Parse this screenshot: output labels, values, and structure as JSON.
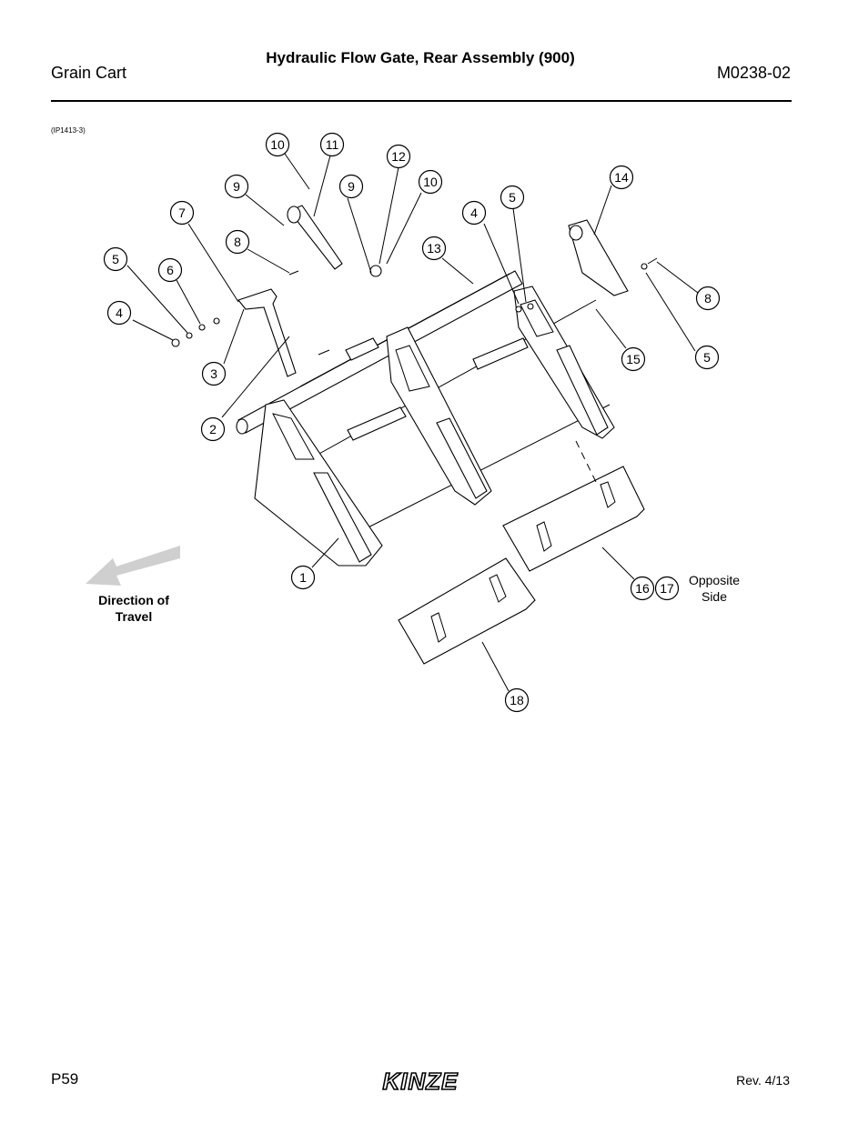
{
  "header": {
    "left": "Grain Cart",
    "title": "Hydraulic Flow Gate, Rear Assembly (900)",
    "right": "M0238-02"
  },
  "figure": {
    "id": "(IP1413-3)",
    "direction_label_line1": "Direction of",
    "direction_label_line2": "Travel",
    "opposite_line1": "Opposite",
    "opposite_line2": "Side",
    "callouts": [
      "10",
      "11",
      "12",
      "9",
      "9",
      "10",
      "14",
      "7",
      "4",
      "5",
      "8",
      "13",
      "5",
      "6",
      "8",
      "4",
      "15",
      "5",
      "3",
      "2",
      "1",
      "16",
      "17",
      "18"
    ]
  },
  "footer": {
    "page": "P59",
    "brand": "KINZE",
    "revision": "Rev. 4/13"
  }
}
